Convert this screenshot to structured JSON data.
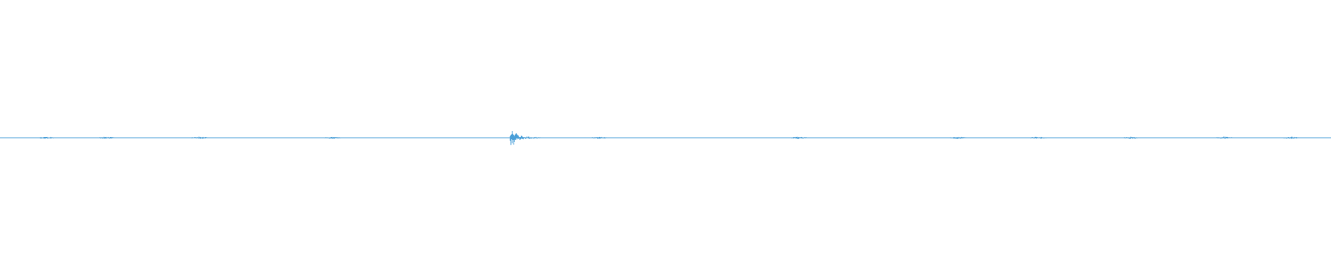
{
  "waveform": {
    "color": "#4a9fd8",
    "amplitude_scale": 0.1,
    "burst_positions": [
      0.035,
      0.08,
      0.15,
      0.25,
      0.4,
      0.45,
      0.6,
      0.72,
      0.78,
      0.85,
      0.92,
      0.97
    ],
    "main_transient_position": 0.4
  }
}
